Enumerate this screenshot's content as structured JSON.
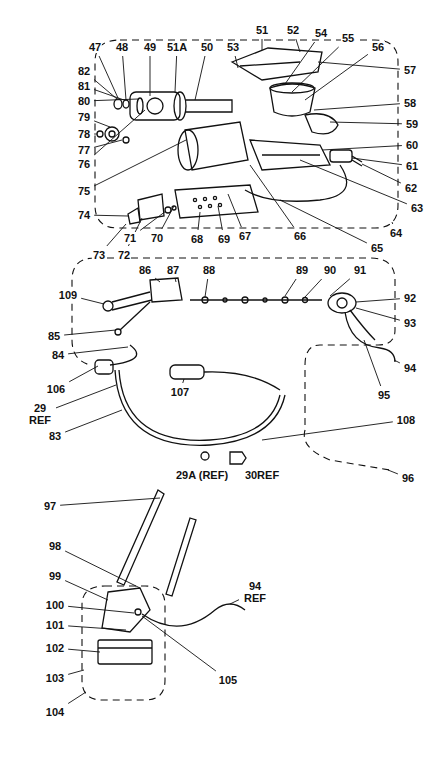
{
  "diagram": {
    "labels": [
      "47",
      "48",
      "49",
      "51A",
      "50",
      "53",
      "51",
      "52",
      "54",
      "55",
      "56",
      "57",
      "82",
      "81",
      "80",
      "58",
      "79",
      "59",
      "78",
      "77",
      "60",
      "76",
      "61",
      "75",
      "62",
      "63",
      "74",
      "65",
      "73",
      "72",
      "71",
      "70",
      "68",
      "69",
      "67",
      "66",
      "64",
      "86",
      "87",
      "88",
      "89",
      "90",
      "91",
      "109",
      "92",
      "85",
      "93",
      "84",
      "94",
      "106",
      "29 REF",
      "107",
      "95",
      "108",
      "83",
      "29A (REF)",
      "30REF",
      "96",
      "97",
      "98",
      "99",
      "94 REF",
      "100",
      "101",
      "102",
      "105",
      "103",
      "104"
    ]
  }
}
